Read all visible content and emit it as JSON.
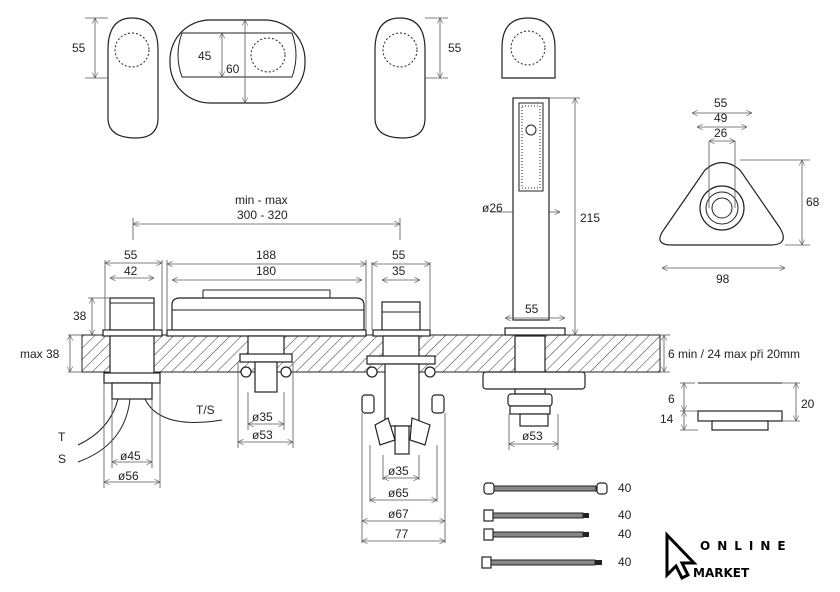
{
  "top_views": {
    "left_handle_h": "55",
    "spout_inner": "45",
    "spout_outer": "60",
    "right_handle_h": "55"
  },
  "hand_shower": {
    "diameter": "ø26",
    "height": "215",
    "base": "55"
  },
  "triangle_base": {
    "w55": "55",
    "w49": "49",
    "w26": "26",
    "height": "68",
    "width": "98"
  },
  "spacing": {
    "label": "min - max",
    "range": "300 - 320"
  },
  "left_valve": {
    "outer": "55",
    "inner": "42",
    "height": "38",
    "d45": "ø45",
    "d56": "ø56"
  },
  "spout": {
    "outer": "188",
    "inner": "180",
    "d35": "ø35",
    "d53": "ø53"
  },
  "right_valve": {
    "outer": "55",
    "inner": "35",
    "d35": "ø35",
    "d65": "ø65",
    "d67": "ø67",
    "w77": "77"
  },
  "counter": {
    "max": "max 38",
    "note": "6 min / 24 max při 20mm"
  },
  "pipes": {
    "t": "T",
    "s": "S",
    "ts": "T/S"
  },
  "shower_base": {
    "d53": "ø53",
    "h6": "6",
    "h14": "14",
    "h20": "20"
  },
  "hoses": [
    "40",
    "40",
    "40",
    "40"
  ],
  "logo": {
    "top": "ONLINE",
    "bottom": "MARKET"
  }
}
